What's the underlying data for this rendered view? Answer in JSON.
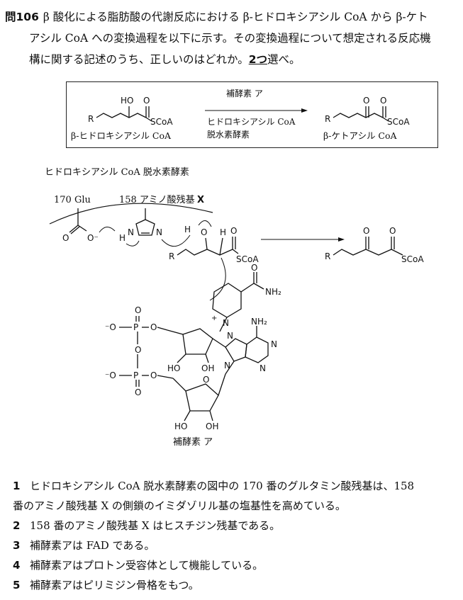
{
  "question": {
    "number": "問106",
    "line1": "β 酸化による脂肪酸の代謝反応における β-ヒドロキシアシル CoA から β-ケト",
    "line2": "アシル CoA への変換過程を以下に示す。その変換過程について想定される反応機",
    "line3_pre": "構に関する記述のうち、正しいのはどれか。",
    "line3_count": "2つ",
    "line3_post": "選べ。"
  },
  "scheme_box": {
    "r": "R",
    "ho": "HO",
    "o": "O",
    "scoa": "SCoA",
    "arrow_top": "補酵素 ア",
    "arrow_bottom1": "ヒドロキシアシル CoA",
    "arrow_bottom2": "脱水素酵素",
    "left_name": "β-ヒドロキシアシル CoA",
    "right_name": "β-ケトアシル CoA"
  },
  "mechanism": {
    "enzyme_label": "ヒドロキシアシル CoA 脱水素酵素",
    "glu_label": "170 Glu",
    "residue_label": "158 アミノ酸残基",
    "residue_x": "X",
    "o": "O",
    "o_minus": "O⁻",
    "h": "H",
    "n": "N",
    "r": "R",
    "scoa": "SCoA",
    "nh2": "NH₂",
    "n_plus": "+",
    "ho": "HO",
    "oh": "OH",
    "p": "P",
    "minus_o": "⁻O",
    "cofactor_label": "補酵素 ア"
  },
  "choices": [
    {
      "num": "1",
      "text1": "ヒドロキシアシル CoA 脱水素酵素の図中の 170 番のグルタミン酸残基は、158",
      "text2": "番のアミノ酸残基 X の側鎖のイミダゾリル基の塩基性を高めている。"
    },
    {
      "num": "2",
      "text1": "158 番のアミノ酸残基 X はヒスチジン残基である。"
    },
    {
      "num": "3",
      "text1": "補酵素アは FAD である。"
    },
    {
      "num": "4",
      "text1": "補酵素アはプロトン受容体として機能している。"
    },
    {
      "num": "5",
      "text1": "補酵素アはピリミジン骨格をもつ。"
    }
  ]
}
